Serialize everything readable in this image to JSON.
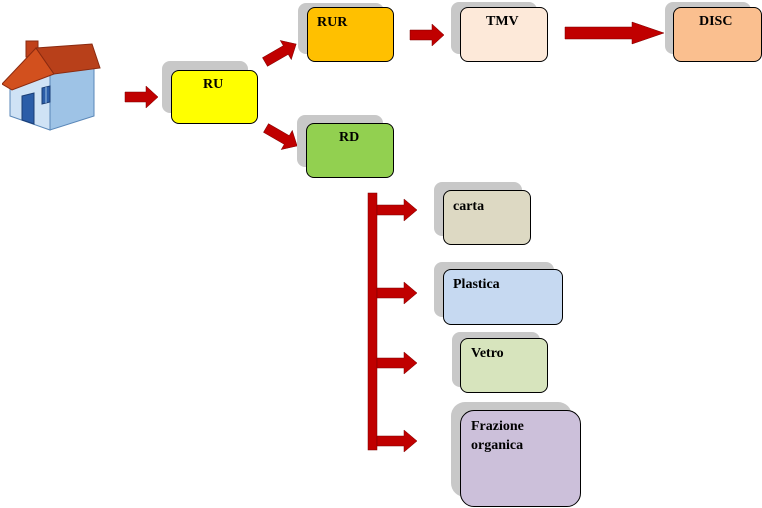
{
  "nodes": {
    "ru": {
      "label": "RU",
      "fill": "#ffff00"
    },
    "rur": {
      "label": "RUR",
      "fill": "#ffc000"
    },
    "tmv": {
      "label": "TMV",
      "fill": "#fde9d9"
    },
    "disc": {
      "label": "DISC",
      "fill": "#fabf8f"
    },
    "rd": {
      "label": "RD",
      "fill": "#92d050"
    },
    "carta": {
      "label": "carta",
      "fill": "#ddd9c3"
    },
    "plastica": {
      "label": "Plastica",
      "fill": "#c6d9f1"
    },
    "vetro": {
      "label": "Vetro",
      "fill": "#d7e4bd"
    },
    "organica": {
      "label_line1": "Frazione",
      "label_line2": "organica",
      "fill": "#ccc0da"
    }
  },
  "colors": {
    "arrow": "#c00000",
    "shadow": "#c8c8c8"
  },
  "icons": {
    "start": "house-icon"
  }
}
